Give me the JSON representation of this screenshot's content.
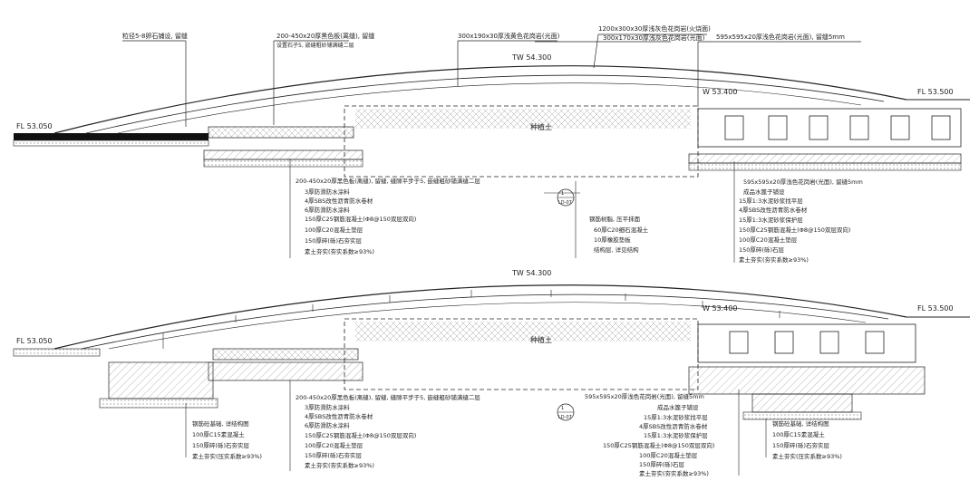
{
  "top_section": {
    "level_left": "FL 53.050",
    "level_right": "FL 53.500",
    "level_top": "TW 54.300",
    "level_mid": "W 53.400",
    "center_label": "种植土",
    "callouts_top": [
      "粒径5-8卵石铺设, 留缝",
      "200-450x20厚黑色板(离缝), 留缝",
      "设置石子5, 嵌缝粗砂铺满缝二层",
      "300x190x30厚浅黄色花岗岩(光面)",
      "1200x300x30厚浅灰色花岗岩(火烧面)",
      "300x170x30厚浅灰色花岗岩(光面)",
      "595x595x20厚浅色花岗岩(光面), 留缝5mm"
    ],
    "layers_left": [
      "200-450x20厚黑色板(离缝), 留缝, 缝隙平步于5, 嵌缝粗砂铺满缝二层",
      "3厚防滑防水涂料",
      "4厚SBS改性沥青防水卷材",
      "6厚防滑防水涂料",
      "150厚C25钢筋混凝土(Φ8@150双层双向)",
      "100厚C20混凝土垫层",
      "150厚碎(砾)石夯实层",
      "素土夯实(夯实系数≥93%)"
    ],
    "layers_right": [
      "595x595x20厚浅色花岗岩(光面), 留缝5mm",
      "成品水篦子铺设",
      "15厚1:3水泥砂浆找平层",
      "4厚SBS改性沥青防水卷材",
      "15厚1:3水泥砂浆保护层",
      "150厚C25钢筋混凝土(Φ8@150双层双向)",
      "100厚C20混凝土垫层",
      "150厚碎(砾)石层",
      "素土夯实(夯实系数≥93%)"
    ],
    "mid_layers": [
      "钢筋树脂, 压平抹面",
      "60厚C20细石混凝土",
      "10厚橡胶垫板",
      "结构层, 详见结构"
    ],
    "detail_marker": {
      "num": "1",
      "sheet": "LD-07"
    }
  },
  "bottom_section": {
    "level_left": "FL 53.050",
    "level_right": "FL 53.500",
    "level_top": "TW 54.300",
    "level_mid": "W 53.400",
    "center_label": "种植土",
    "layers_left": [
      "200-450x20厚黑色板(离缝), 留缝, 缝隙平步于5, 嵌缝粗砂铺满缝二层",
      "3厚防滑防水涂料",
      "4厚SBS改性沥青防水卷材",
      "6厚防滑防水涂料",
      "150厚C25钢筋混凝土(Φ8@150双层双向)",
      "100厚C20混凝土垫层",
      "150厚碎(砾)石夯实层",
      "素土夯实(夯实系数≥93%)"
    ],
    "found_left": [
      "钢筋砼基础, 详结构图",
      "100厚C15素混凝土",
      "150厚碎(砾)石夯实层",
      "素土夯实(压实系数≥93%)"
    ],
    "layers_right": [
      "595x595x20厚浅色花岗岩(光面), 留缝5mm",
      "成品水篦子铺设",
      "15厚1:3水泥砂浆找平层",
      "4厚SBS改性沥青防水卷材",
      "15厚1:3水泥砂浆保护层",
      "150厚C25钢筋混凝土(Φ8@150双层双向)",
      "100厚C20混凝土垫层",
      "150厚碎(砾)石层",
      "素土夯实(夯实系数≥93%)"
    ],
    "found_right": [
      "钢筋砼基础, 详结构图",
      "100厚C15素混凝土",
      "150厚碎(砾)石夯实层",
      "素土夯实(压实系数≥93%)"
    ],
    "detail_marker": {
      "num": "1",
      "sheet": "LD-07"
    }
  }
}
